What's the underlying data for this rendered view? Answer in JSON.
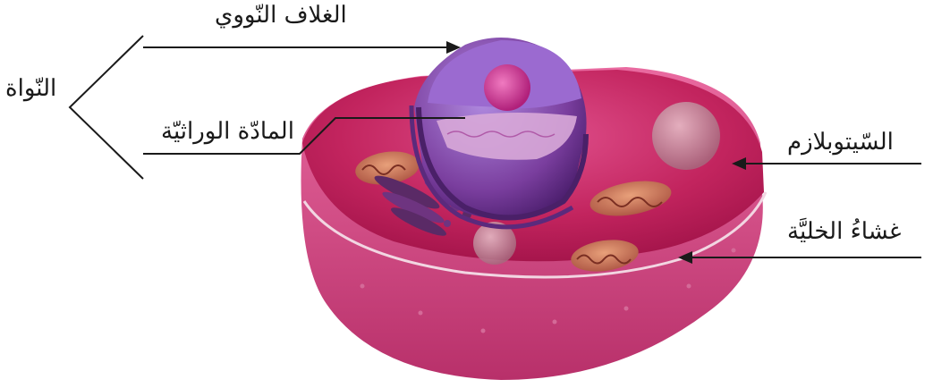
{
  "labels": {
    "nuclear_envelope": "الغلاف النّووي",
    "nucleus": "النّواة",
    "genetic_material": "المادّة الوراثيّة",
    "cytoplasm": "السّيتوبلازم",
    "cell_membrane": "غشاءُ الخليَّة"
  },
  "colors": {
    "cytoplasm": "#c2245e",
    "membrane_rim": "#f2d6e2",
    "nucleus": "#7a3e9e",
    "nucleus_interior": "#9b6ad0",
    "nucleolus": "#c32e8e",
    "mitochondria": "#c8725e",
    "golgi": "#5a2a66",
    "text": "#1a1a1a"
  }
}
